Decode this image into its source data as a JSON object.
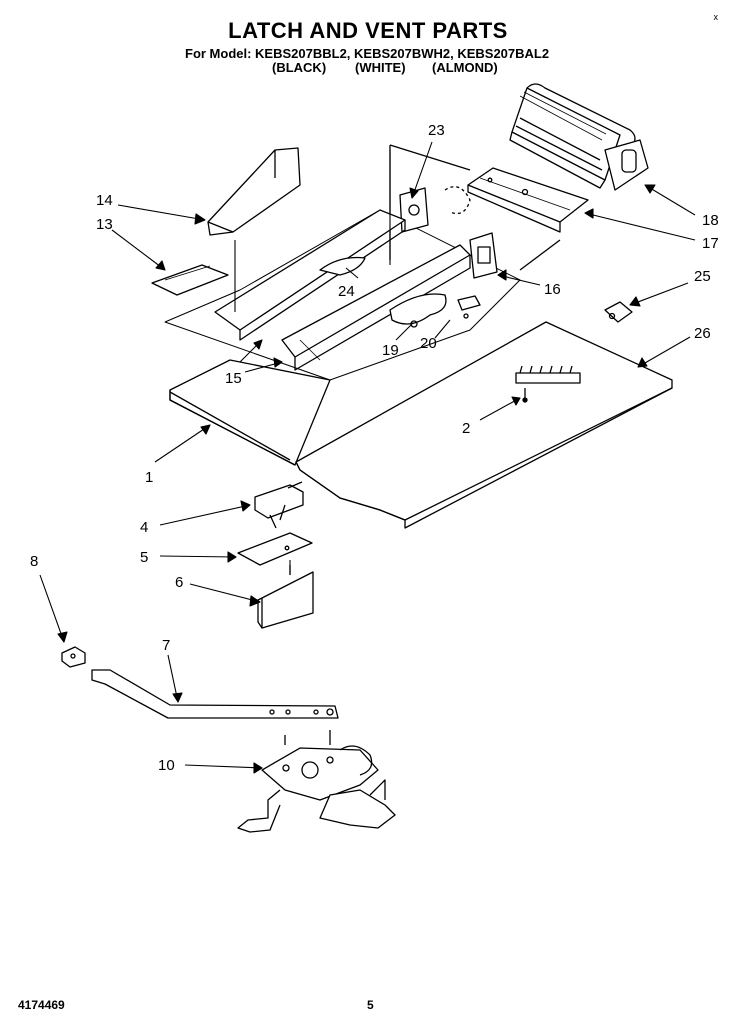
{
  "title": "LATCH AND VENT PARTS",
  "model_line": "For Model: KEBS207BBL2, KEBS207BWH2, KEBS207BAL2",
  "colors": [
    "(BLACK)",
    "(WHITE)",
    "(ALMOND)"
  ],
  "corner_mark": "x",
  "footer": {
    "doc_number": "4174469",
    "page_number": "5"
  },
  "callouts": {
    "c1": "1",
    "c2": "2",
    "c4": "4",
    "c5": "5",
    "c6": "6",
    "c7": "7",
    "c8": "8",
    "c10": "10",
    "c13": "13",
    "c14": "14",
    "c15": "15",
    "c16": "16",
    "c17": "17",
    "c18": "18",
    "c19": "19",
    "c20": "20",
    "c23": "23",
    "c24": "24",
    "c25": "25",
    "c26": "26"
  }
}
